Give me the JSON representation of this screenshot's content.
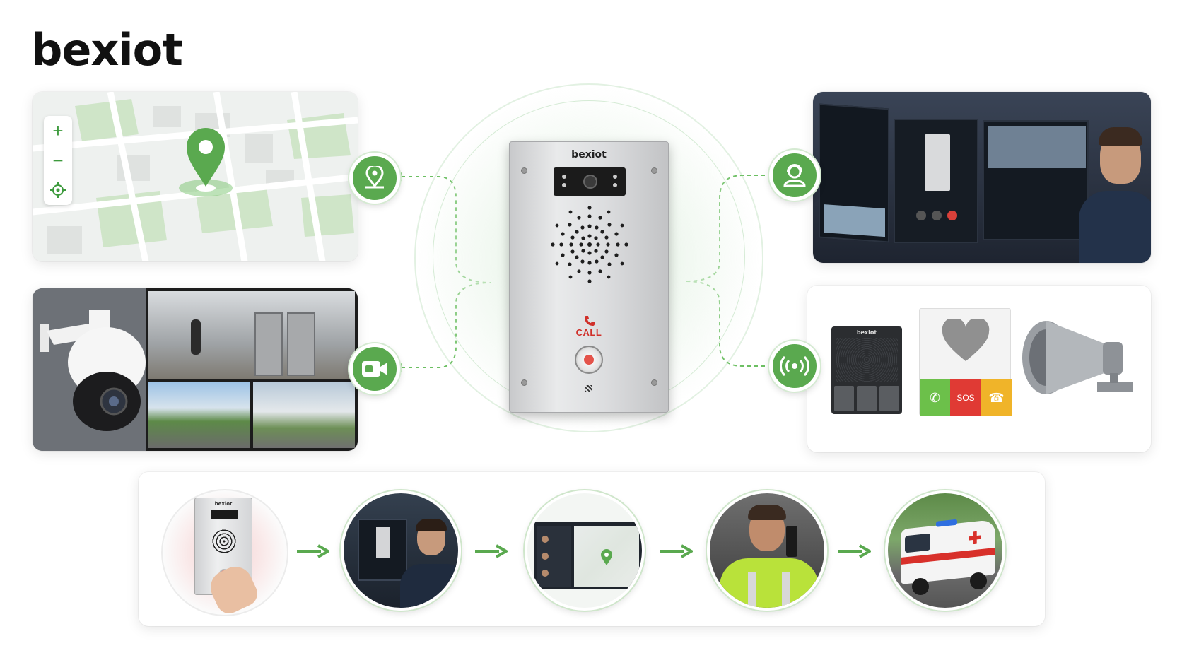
{
  "brand": {
    "logo_text": "bexiot",
    "device_brand": "bexiot",
    "flow_device_brand": "bexiot"
  },
  "device": {
    "call_label": "CALL"
  },
  "map_controls": {
    "zoom_in": "+",
    "zoom_out": "−"
  },
  "alarm_panel": {
    "speaker_brand": "bexiot",
    "sos_label": "SOS"
  },
  "icons": {
    "map-node": "location-pin-icon",
    "video-node": "video-camera-icon",
    "operator-node": "user-headset-icon",
    "broadcast-node": "broadcast-signal-icon"
  },
  "flow_steps": [
    {
      "name": "press-call-button"
    },
    {
      "name": "operator-answers"
    },
    {
      "name": "map-location"
    },
    {
      "name": "security-guard-dispatch"
    },
    {
      "name": "ambulance-response"
    }
  ],
  "colors": {
    "accent_green": "#5aa94f",
    "call_red": "#d0302a",
    "sos_red": "#e03a34",
    "answer_green": "#6cc04a",
    "hangup_yellow": "#f0b429"
  }
}
